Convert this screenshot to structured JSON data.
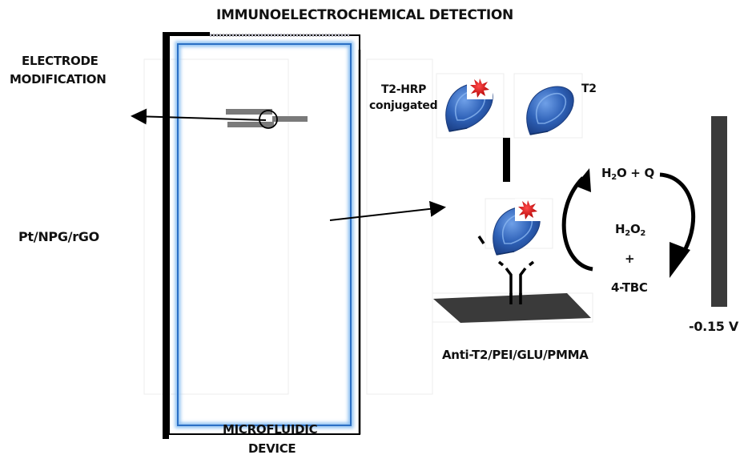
{
  "title": "IMMUNOELECTROCHEMICAL  DETECTION",
  "left": {
    "modification_label_line1": "ELECTRODE",
    "modification_label_line2": "MODIFICATION",
    "material_label": "Pt/NPG/rGO"
  },
  "device": {
    "label_line1": "MICROFLUIDIC",
    "label_line2": "DEVICE"
  },
  "assay": {
    "conjugate_label_line1": "T2-HRP",
    "conjugate_label_line2": "conjugated",
    "free_toxin_label": "T2",
    "surface_label": "Anti-T2/PEI/GLU/PMMA"
  },
  "redox_cycle": {
    "product": {
      "a": "H",
      "a_sub": "2",
      "b": "O + Q"
    },
    "reactant_top": {
      "a": "H",
      "a_sub": "2",
      "b": "O",
      "b_sub": "2"
    },
    "plus": "+",
    "reactant_bottom": "4-TBC"
  },
  "potential": {
    "label": "-0.15 V"
  },
  "colors": {
    "toxin_blue": "#2f62b8",
    "hrp_red": "#d01010",
    "channel_blue": "#2a6fc4",
    "electrode_gray": "#7a7a7a",
    "surface_dark": "#3a3a3a"
  }
}
